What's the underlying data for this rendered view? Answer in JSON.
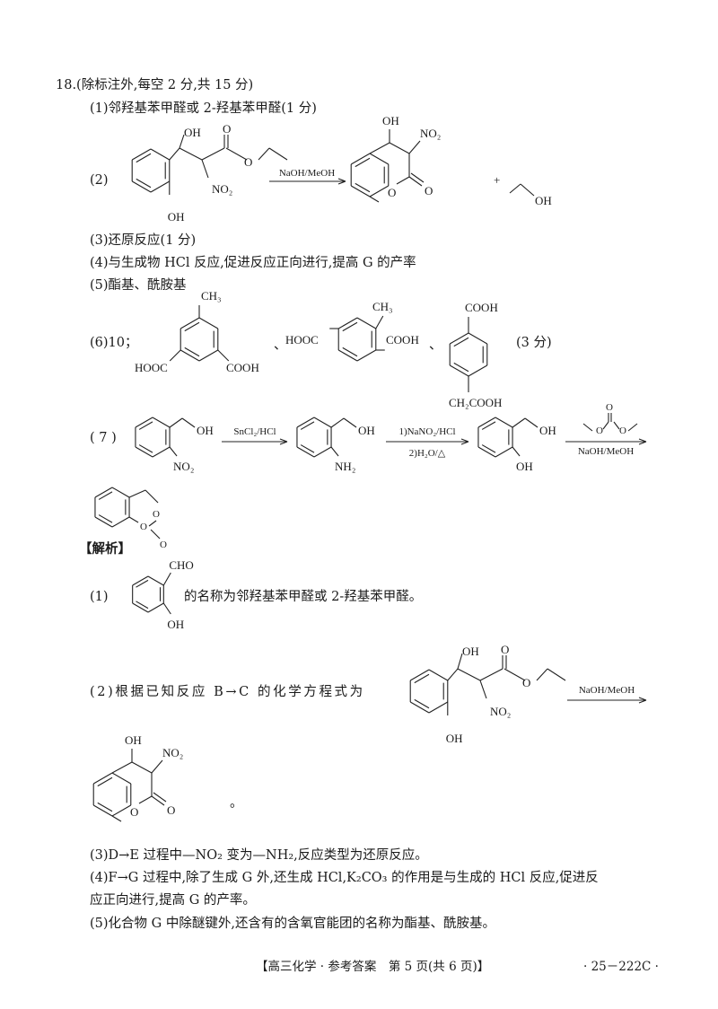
{
  "heading": "18.(除标注外,每空 2 分,共 15 分)",
  "answers": {
    "a1": "(1)邻羟基苯甲醛或 2-羟基苯甲醛(1 分)",
    "a2_label": "(2)",
    "a3": "(3)还原反应(1 分)",
    "a4": "(4)与生成物 HCl 反应,促进反应正向进行,提高 G 的产率",
    "a5": "(5)酯基、酰胺基",
    "a6_label": "(6)10；",
    "a6_sep": "、",
    "a6_score": "(3 分)",
    "a7_label": "( 7 )"
  },
  "chem": {
    "OH": "OH",
    "O": "O",
    "NO2": "NO₂",
    "NH2": "NH₂",
    "CH3": "CH₃",
    "HOOC": "HOOC",
    "COOH": "COOH",
    "CH2COOH": "CH₂COOH",
    "CHO": "CHO",
    "plus": "+",
    "reagent_naoh": "NaOH/MeOH",
    "reagent_sncl2": "SnCl₂/HCl",
    "reagent_nano2": "1)NaNO₂/HCl",
    "reagent_h2o": "2)H₂O/△"
  },
  "analysis": {
    "title": "【解析】",
    "p1_label": "(1)",
    "p1_text": "的名称为邻羟基苯甲醛或 2-羟基苯甲醛。",
    "p2_text": "(2)根据已知反应 B→C 的化学方程式为",
    "p2_end": "。",
    "p3": "(3)D→E 过程中—NO₂ 变为—NH₂,反应类型为还原反应。",
    "p4a": "(4)F→G 过程中,除了生成 G 外,还生成 HCl,K₂CO₃ 的作用是与生成的 HCl 反应,促进反",
    "p4b": "应正向进行,提高 G 的产率。",
    "p5": "(5)化合物 G 中除醚键外,还含有的含氧官能团的名称为酯基、酰胺基。"
  },
  "footer": {
    "center": "【高三化学 · 参考答案　第 5 页(共 6 页)】",
    "right": "· 25－222C ·"
  }
}
